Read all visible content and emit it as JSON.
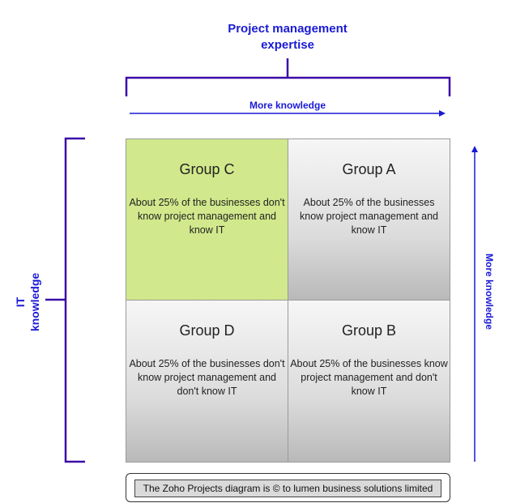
{
  "header": {
    "title_line1": "Project management",
    "title_line2": "expertise",
    "axis_label": "More knowledge"
  },
  "right_axis": {
    "label": "More knowledge"
  },
  "left_axis": {
    "label_line1": "IT",
    "label_line2": "knowledge"
  },
  "quadrants": [
    {
      "name": "Group C",
      "description": "About 25% of the businesses don't know project management and know IT",
      "color": "#d1e98c"
    },
    {
      "name": "Group A",
      "description": "About 25% of the businesses know project management and know IT",
      "color": "#e6e6e6"
    },
    {
      "name": "Group D",
      "description": "About 25% of the businesses don't know project management and don't know IT",
      "color": "#e6e6e6"
    },
    {
      "name": "Group B",
      "description": "About 25% of the businesses know project management and don't know IT",
      "color": "#e6e6e6"
    }
  ],
  "footer": {
    "text": "The Zoho Projects diagram is © to lumen business solutions limited"
  },
  "colors": {
    "accent": "#1a1ad6",
    "bracket": "#3b0aa8",
    "cell_border": "#9a9a9a"
  }
}
